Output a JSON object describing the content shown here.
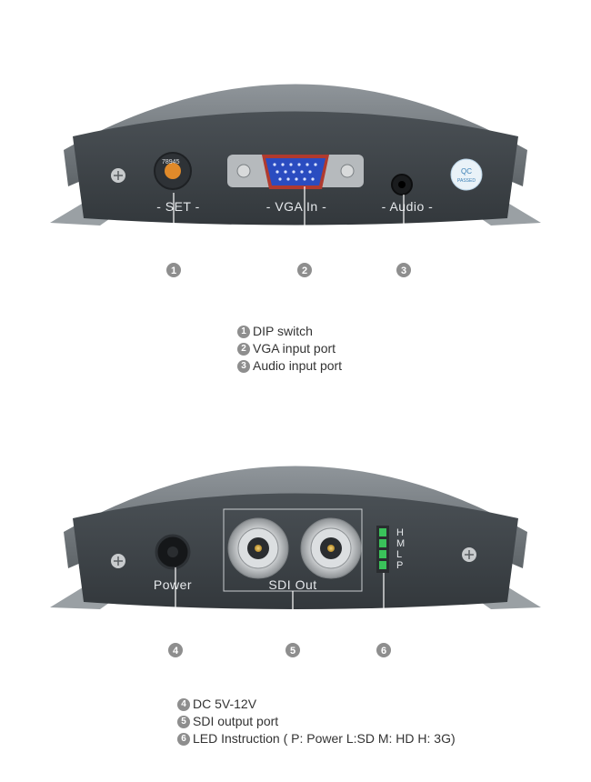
{
  "top_device": {
    "panel_labels": {
      "set": "- SET -",
      "vga": "- VGA In -",
      "audio": "- Audio -"
    },
    "qc_sticker": {
      "line1": "QC",
      "line2": "PASSED"
    },
    "dip_digits": "78945",
    "callouts": [
      "1",
      "2",
      "3"
    ]
  },
  "legend_top": [
    {
      "num": "1",
      "text": "DIP switch"
    },
    {
      "num": "2",
      "text": "VGA input port"
    },
    {
      "num": "3",
      "text": "Audio input port"
    }
  ],
  "bottom_device": {
    "panel_labels": {
      "power": "Power",
      "sdi": "SDI Out"
    },
    "led_letters": [
      "H",
      "M",
      "L",
      "P"
    ],
    "callouts": [
      "4",
      "5",
      "6"
    ]
  },
  "legend_bottom": [
    {
      "num": "4",
      "text": "DC 5V-12V"
    },
    {
      "num": "5",
      "text": "SDI output port"
    },
    {
      "num": "6",
      "text": "LED Instruction ( P: Power  L:SD  M: HD  H: 3G)"
    }
  ],
  "colors": {
    "body_grey": "#6f7478",
    "panel_dark": "#3f4449",
    "callout_grey": "#8e8e8e",
    "led_green": "#3ac25a"
  }
}
